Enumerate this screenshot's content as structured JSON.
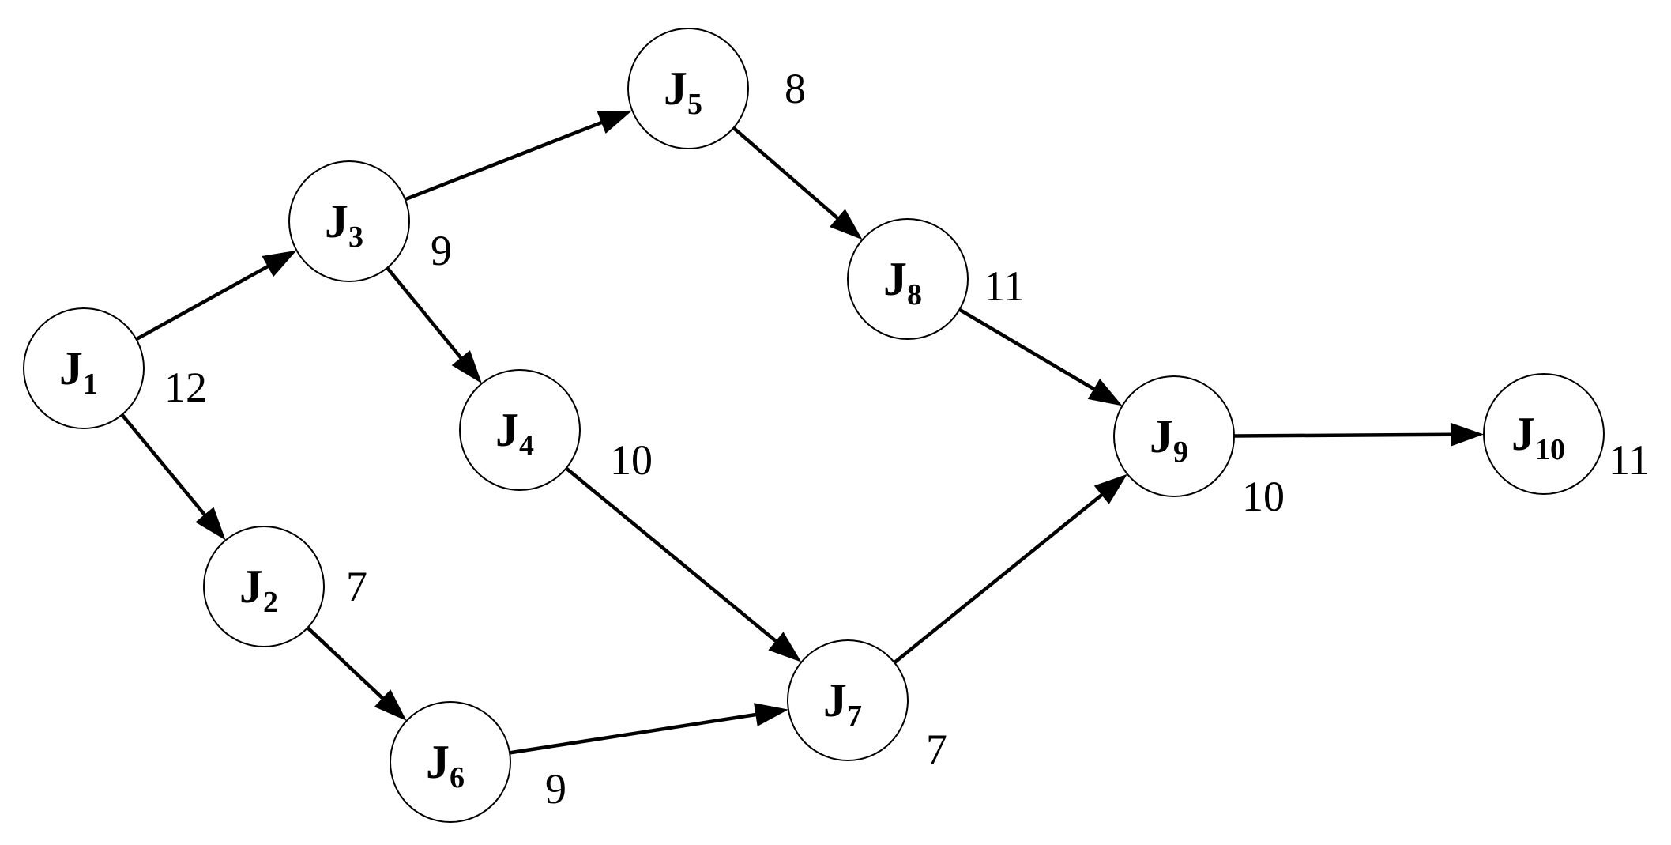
{
  "nodes": [
    {
      "id": "J1",
      "letter": "J",
      "sub": "1",
      "weight": "12"
    },
    {
      "id": "J2",
      "letter": "J",
      "sub": "2",
      "weight": "7"
    },
    {
      "id": "J3",
      "letter": "J",
      "sub": "3",
      "weight": "9"
    },
    {
      "id": "J4",
      "letter": "J",
      "sub": "4",
      "weight": "10"
    },
    {
      "id": "J5",
      "letter": "J",
      "sub": "5",
      "weight": "8"
    },
    {
      "id": "J6",
      "letter": "J",
      "sub": "6",
      "weight": "9"
    },
    {
      "id": "J7",
      "letter": "J",
      "sub": "7",
      "weight": "7"
    },
    {
      "id": "J8",
      "letter": "J",
      "sub": "8",
      "weight": "11"
    },
    {
      "id": "J9",
      "letter": "J",
      "sub": "9",
      "weight": "10"
    },
    {
      "id": "J10",
      "letter": "J",
      "sub": "10",
      "weight": "11"
    }
  ],
  "edges": [
    {
      "from": "J1",
      "to": "J3"
    },
    {
      "from": "J1",
      "to": "J2"
    },
    {
      "from": "J3",
      "to": "J5"
    },
    {
      "from": "J3",
      "to": "J4"
    },
    {
      "from": "J5",
      "to": "J8"
    },
    {
      "from": "J2",
      "to": "J6"
    },
    {
      "from": "J4",
      "to": "J7"
    },
    {
      "from": "J6",
      "to": "J7"
    },
    {
      "from": "J8",
      "to": "J9"
    },
    {
      "from": "J7",
      "to": "J9"
    },
    {
      "from": "J9",
      "to": "J10"
    }
  ]
}
